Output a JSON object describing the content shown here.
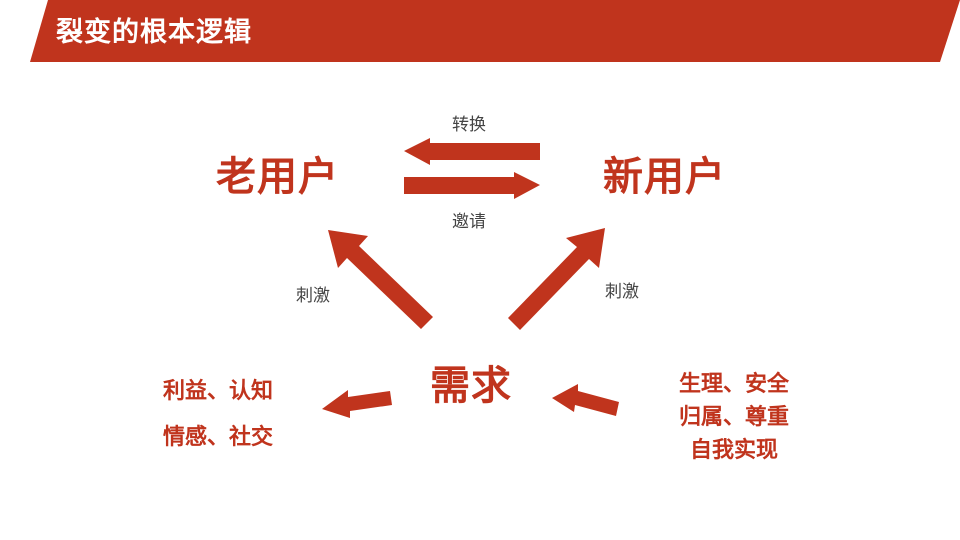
{
  "header": {
    "title": "裂变的根本逻辑"
  },
  "colors": {
    "accent": "#c0341d",
    "label": "#444444"
  },
  "nodes": {
    "old_user": "老用户",
    "new_user": "新用户",
    "demand": "需求",
    "left_needs": [
      "利益、认知",
      "情感、社交"
    ],
    "right_needs": [
      "生理、安全",
      "归属、尊重",
      "自我实现"
    ]
  },
  "edges": {
    "convert": "转换",
    "invite": "邀请",
    "stimulate_left": "刺激",
    "stimulate_right": "刺激"
  }
}
